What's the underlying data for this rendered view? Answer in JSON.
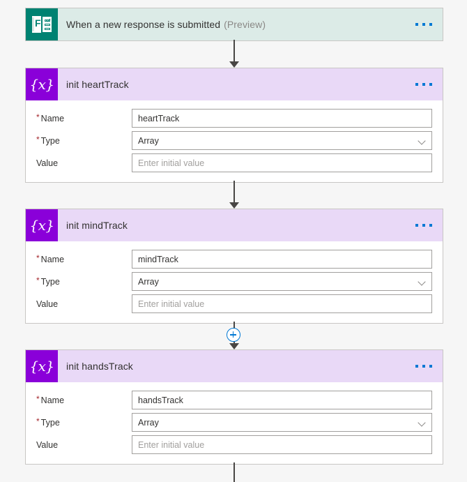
{
  "flow": {
    "trigger": {
      "icon": "microsoft-forms-icon",
      "title": "When a new response is submitted",
      "preview_label": "(Preview)",
      "menu_label": "···",
      "header_bg": "#dcebe7",
      "icon_bg": "#008272"
    },
    "actions": [
      {
        "id": "init-hearttrack",
        "icon": "variable-braces-icon",
        "title": "init heartTrack",
        "menu_label": "···",
        "header_bg": "#e9d9f7",
        "icon_bg": "#8a00d9",
        "fields": [
          {
            "label": "Name",
            "required": true,
            "value": "heartTrack",
            "type": "text"
          },
          {
            "label": "Type",
            "required": true,
            "value": "Array",
            "type": "select"
          },
          {
            "label": "Value",
            "required": false,
            "value": "",
            "placeholder": "Enter initial value",
            "type": "text"
          }
        ]
      },
      {
        "id": "init-mindtrack",
        "icon": "variable-braces-icon",
        "title": "init mindTrack",
        "menu_label": "···",
        "header_bg": "#e9d9f7",
        "icon_bg": "#8a00d9",
        "fields": [
          {
            "label": "Name",
            "required": true,
            "value": "mindTrack",
            "type": "text"
          },
          {
            "label": "Type",
            "required": true,
            "value": "Array",
            "type": "select"
          },
          {
            "label": "Value",
            "required": false,
            "value": "",
            "placeholder": "Enter initial value",
            "type": "text"
          }
        ]
      },
      {
        "id": "init-handstrack",
        "icon": "variable-braces-icon",
        "title": "init handsTrack",
        "menu_label": "···",
        "header_bg": "#e9d9f7",
        "icon_bg": "#8a00d9",
        "fields": [
          {
            "label": "Name",
            "required": true,
            "value": "handsTrack",
            "type": "text"
          },
          {
            "label": "Type",
            "required": true,
            "value": "Array",
            "type": "select"
          },
          {
            "label": "Value",
            "required": false,
            "value": "",
            "placeholder": "Enter initial value",
            "type": "text"
          }
        ]
      }
    ],
    "connectors": [
      {
        "id": "connector-1",
        "has_plus": false
      },
      {
        "id": "connector-2",
        "has_plus": false
      },
      {
        "id": "connector-3",
        "has_plus": true
      },
      {
        "id": "connector-4",
        "has_plus": false
      }
    ],
    "colors": {
      "accent_blue": "#0078d4",
      "forms_teal": "#008272",
      "variable_purple": "#8a00d9",
      "connector_gray": "#484644",
      "canvas_bg": "#f6f6f6"
    },
    "labels": {
      "required_marker": "*",
      "brace_glyph": "{x}"
    }
  }
}
